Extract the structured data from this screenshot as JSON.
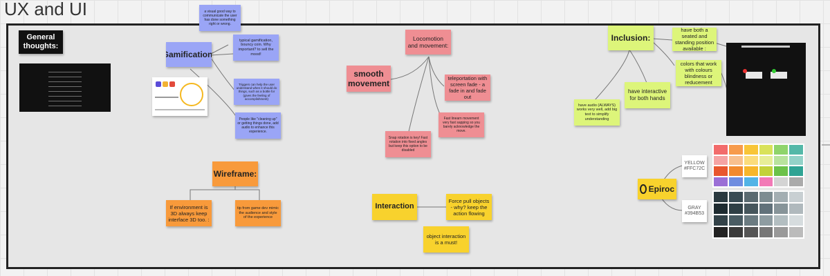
{
  "board": {
    "title": "UX and UI"
  },
  "general": {
    "label": "General\nthoughts:"
  },
  "gamification": {
    "label": "Gamification:",
    "visual": "a visual good way to communicate the user has done something right or wrong.",
    "typical": "typical gamification, bouncy coin. Why important? to sell the mood!",
    "triggers": "Triggers can help the user understand when it should do things, such as a bottle for (gives the feeling of accomplishment)",
    "people": "People like \"cleaning up\" or getting things done, add audio to enhance this experience."
  },
  "locomotion": {
    "label": "Locomotion and movement:",
    "smooth": "smooth movement",
    "teleport": "teleportation with screen fade - a fade in and fade out",
    "linear": "Fast linearn movement very fast sapping so you barely acknowledge the move.",
    "snap": "Snap rotation is key! Fast rotation into fixed angles but keep this option to be disabled"
  },
  "wireframe": {
    "label": "Wireframe:",
    "env": "If environment is 3D always keep interface 3D too. :",
    "tip": "tip from game dev mimic the audience and style of the experience"
  },
  "interaction": {
    "label": "Interaction",
    "force": "Force pull objects - why? keep the action flowing",
    "object": "object interaction is a must!"
  },
  "inclusion": {
    "label": "Inclusion:",
    "seated": "have both a seated and standing position available :",
    "colors": "colors that work with colours blindness or reducement",
    "hands": "have interactive for both hands",
    "audio": "have audio (ALWAYS) works very well, add big text to simplify understanding"
  },
  "brand": {
    "name": "Epiroc",
    "yellow_label": "YELLOW\n#FFC72C",
    "gray_label": "GRAY\n#394B53",
    "yellow_hex": "#FFC72C",
    "gray_hex": "#394B53"
  },
  "colors": {
    "blue": "#9aa5f6",
    "pink": "#ef8e93",
    "green": "#ddf57a",
    "orange": "#f89a3b",
    "yellow": "#f8d22d"
  }
}
